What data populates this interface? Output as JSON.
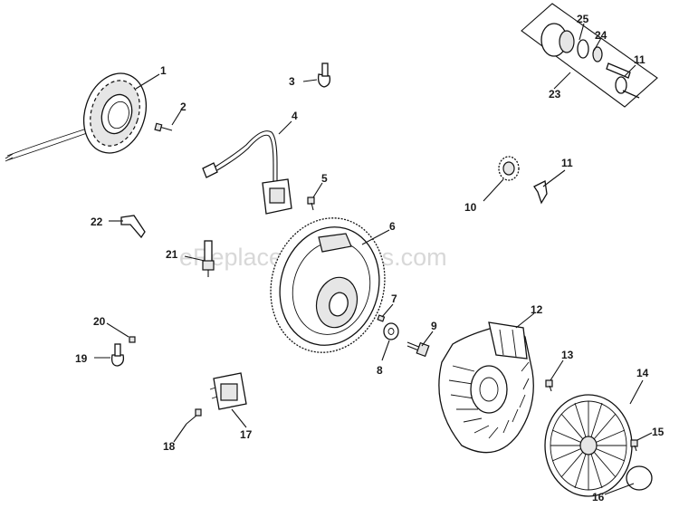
{
  "watermark": "eReplacementParts.com",
  "callouts": [
    "1",
    "2",
    "3",
    "4",
    "5",
    "6",
    "7",
    "8",
    "9",
    "10",
    "11",
    "11",
    "12",
    "13",
    "14",
    "15",
    "16",
    "17",
    "18",
    "19",
    "20",
    "21",
    "22",
    "23",
    "24",
    "25"
  ]
}
